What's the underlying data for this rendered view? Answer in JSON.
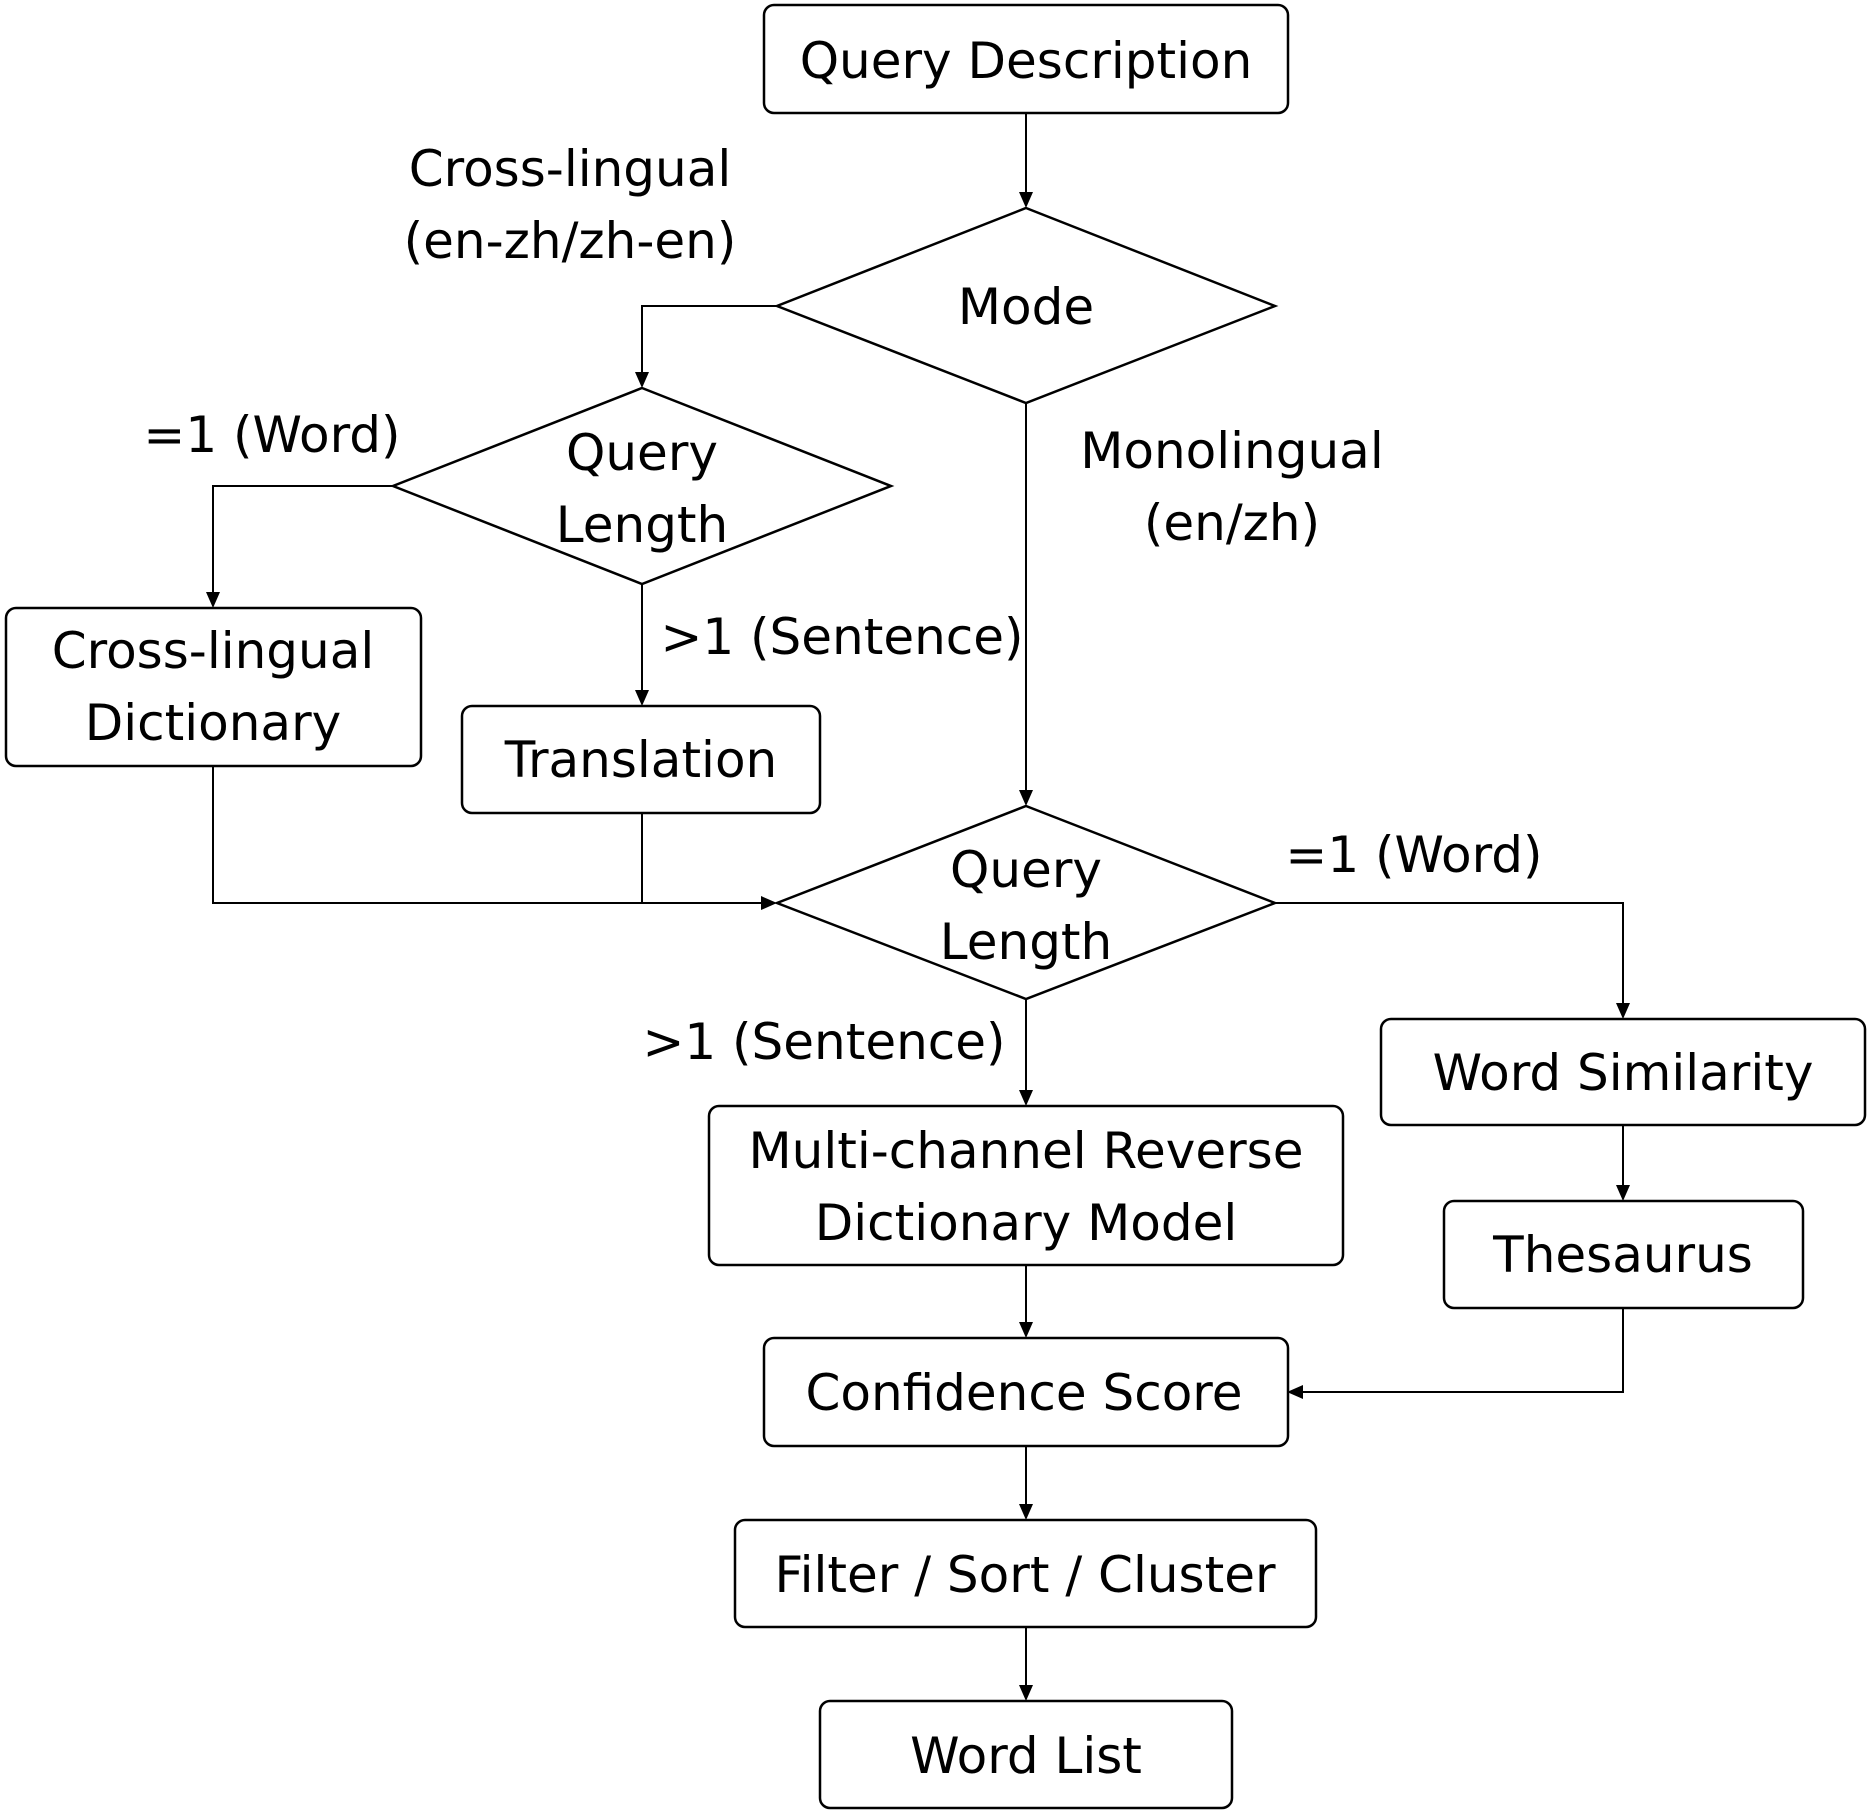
{
  "nodes": {
    "query_description": "Query Description",
    "mode": "Mode",
    "query_length_1": [
      "Query",
      "Length"
    ],
    "cross_lingual_dictionary": [
      "Cross-lingual",
      "Dictionary"
    ],
    "translation": "Translation",
    "query_length_2": [
      "Query",
      "Length"
    ],
    "multi_channel_model": [
      "Multi-channel Reverse",
      "Dictionary Model"
    ],
    "word_similarity": "Word Similarity",
    "thesaurus": "Thesaurus",
    "confidence_score": "Confidence Score",
    "filter_sort_cluster": "Filter / Sort / Cluster",
    "word_list": "Word List"
  },
  "edge_labels": {
    "cross_lingual": [
      "Cross-lingual",
      "(en-zh/zh-en)"
    ],
    "monolingual": [
      "Monolingual",
      "(en/zh)"
    ],
    "word_1": "=1 (Word)",
    "sentence_1": ">1 (Sentence)",
    "word_2": "=1 (Word)",
    "sentence_2": ">1 (Sentence)"
  }
}
